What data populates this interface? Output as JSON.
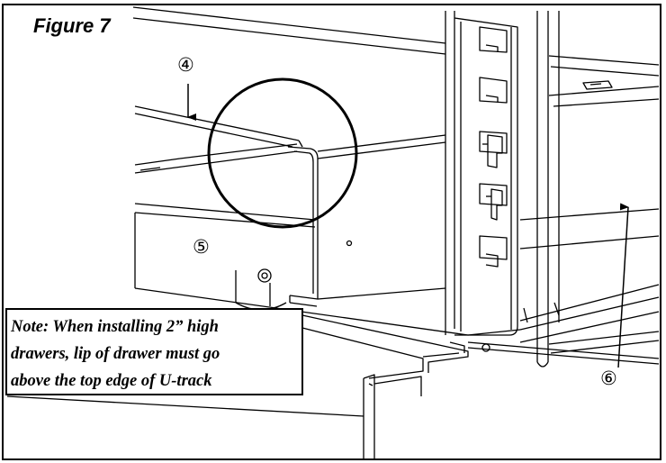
{
  "figure": {
    "title": "Figure 7"
  },
  "callouts": {
    "part_4": "④",
    "part_5": "⑤",
    "part_6": "⑥"
  },
  "note": {
    "lines": [
      "Note: When installing 2” high",
      "drawers, lip of drawer must go",
      "above the top edge of U-track"
    ]
  },
  "colors": {
    "line": "#000000",
    "background": "#ffffff"
  }
}
